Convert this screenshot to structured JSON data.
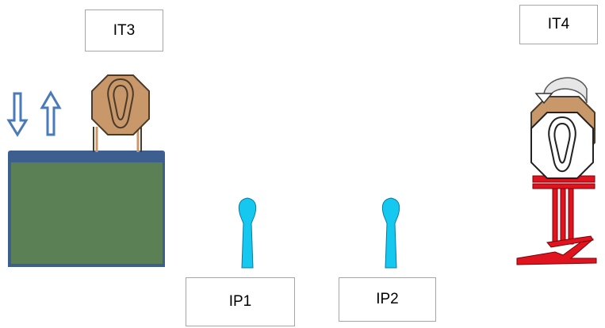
{
  "labels": {
    "it3": "IT3",
    "it4": "IT4",
    "ip1": "IP1",
    "ip2": "IP2"
  },
  "colors": {
    "target_tan": "#c8986a",
    "target_outline": "#4a3a2a",
    "target_white": "#ffffff",
    "platform_green": "#5b8055",
    "platform_border": "#3d5f8f",
    "arrow_blue": "#4a7ab8",
    "post_cyan": "#14c8f0",
    "stand_red": "#e0141e"
  },
  "icons": {
    "up_arrow": "up-arrow-icon",
    "down_arrow": "down-arrow-icon",
    "rotate_arrow": "rotate-arrow-icon"
  }
}
